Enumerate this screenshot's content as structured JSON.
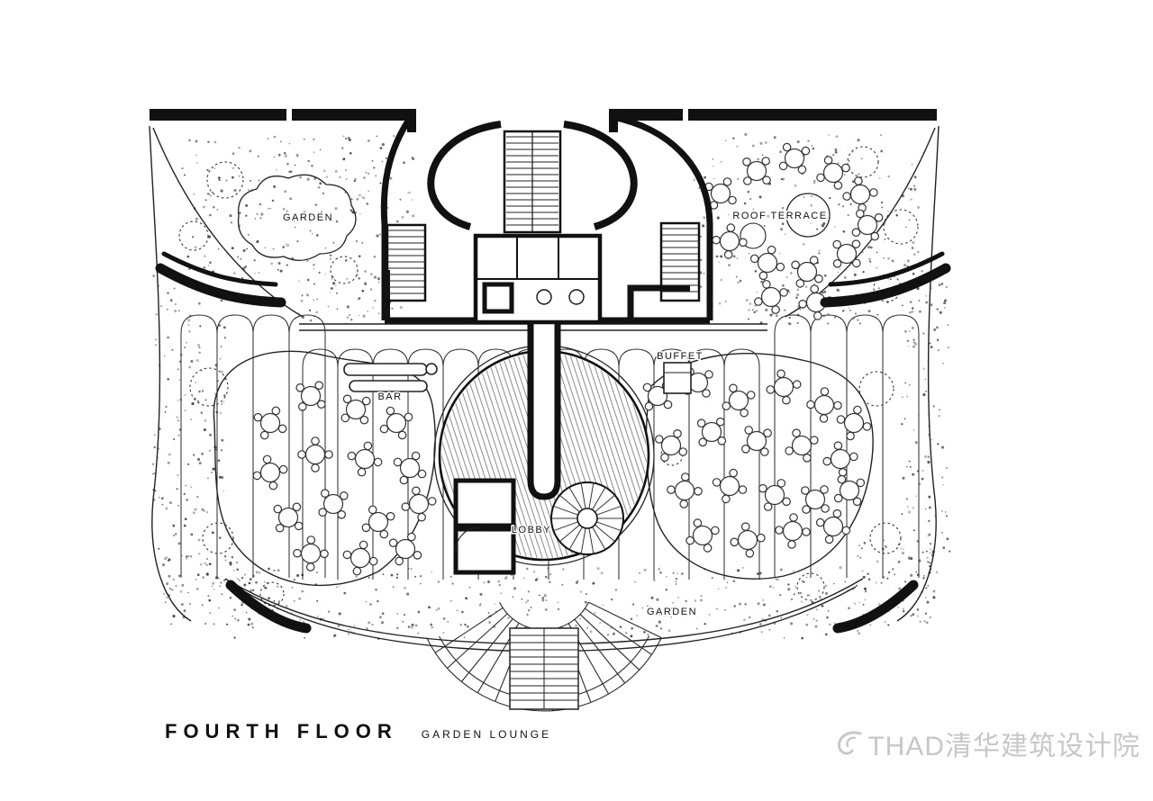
{
  "document": {
    "type": "architectural-floor-plan",
    "title": "FOURTH FLOOR",
    "subtitle": "GARDEN LOUNGE"
  },
  "plan_labels": {
    "garden_upper": "GARDEN",
    "roof_terrace": "ROOF TERRACE",
    "buffet": "BUFFET",
    "bar": "BAR",
    "lobby": "LOBBY",
    "garden_lower": "GARDEN"
  },
  "watermark": {
    "text": "THAD清华建筑设计院"
  },
  "colors": {
    "ink": "#161616",
    "hatch": "#787878",
    "watermark": "#c7c7c7",
    "paper": "#ffffff"
  }
}
